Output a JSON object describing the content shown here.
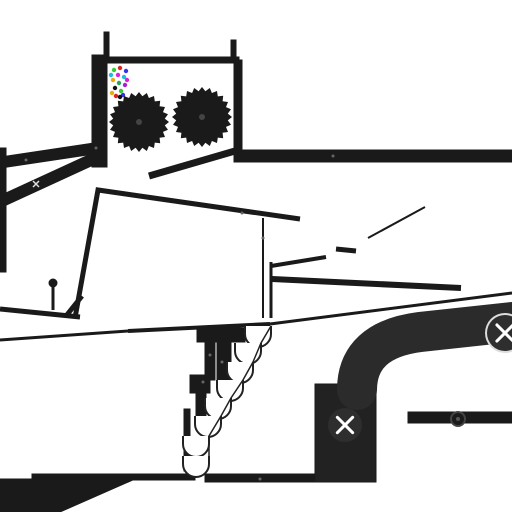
{
  "scene": {
    "name": "physics-marble-machine",
    "palette": {
      "background": "#ffffff",
      "structure": "#1a1a1a",
      "chute": "#2b2b2b",
      "button_fill": "#2e2e2e",
      "button_light": "#dcdcdc",
      "cup_outline": "#222222",
      "cup_fill": "#ffffff"
    },
    "balls": [
      {
        "color": "#33cc33"
      },
      {
        "color": "#dd2222"
      },
      {
        "color": "#3333ee"
      },
      {
        "color": "#dd22dd"
      },
      {
        "color": "#22bbdd"
      },
      {
        "color": "#eeaa11"
      },
      {
        "color": "#22aa55"
      },
      {
        "color": "#aa22cc"
      },
      {
        "color": "#111111"
      },
      {
        "color": "#33cc33"
      },
      {
        "color": "#dd2222"
      },
      {
        "color": "#3333ee"
      },
      {
        "color": "#eeaa11"
      },
      {
        "color": "#dd22dd"
      },
      {
        "color": "#22bbdd"
      },
      {
        "color": "#111111"
      }
    ],
    "gears": [
      {
        "icon": "gear-icon",
        "teeth": 24
      },
      {
        "icon": "gear-icon",
        "teeth": 24
      }
    ],
    "buttons": [
      {
        "icon": "close-icon",
        "interactive": true
      },
      {
        "icon": "close-icon",
        "interactive": true
      },
      {
        "icon": "close-icon",
        "interactive": true
      }
    ]
  }
}
